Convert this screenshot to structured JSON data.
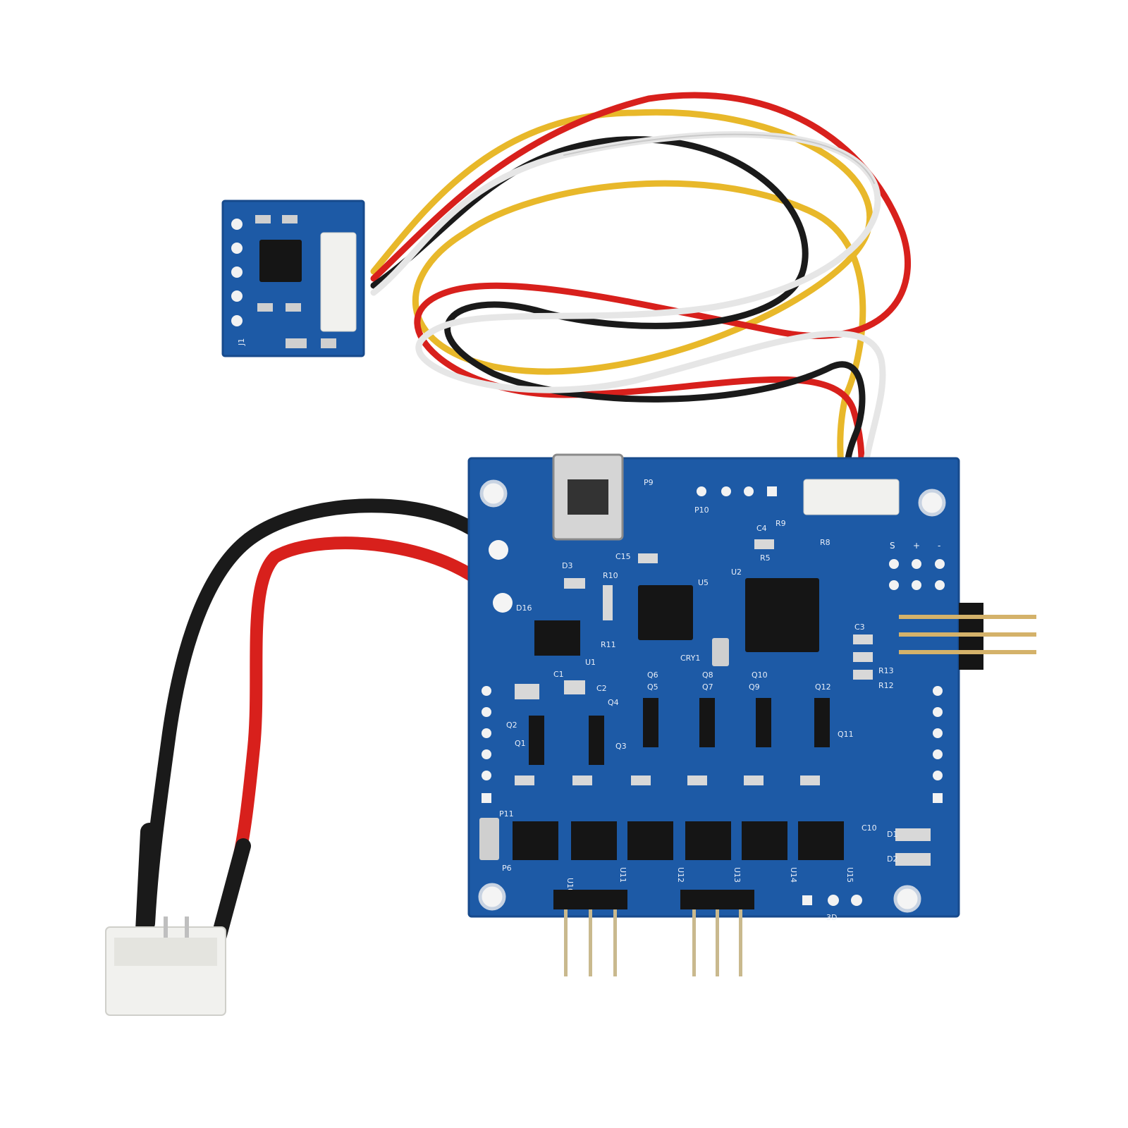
{
  "colors": {
    "background": "#ffffff",
    "pcb_blue": "#1d5aa6",
    "pcb_edge": "#174a8c",
    "wire_red": "#d8201c",
    "wire_black": "#1a1a1a",
    "wire_yellow": "#e8b82a",
    "wire_white": "#e6e6e6",
    "connector_white": "#f1f1ee",
    "header_gold": "#d4b26a"
  },
  "main_board": {
    "labels": {
      "usb": "P9",
      "p10": "P10",
      "u1": "U1",
      "u2": "U2",
      "u5": "U5",
      "cry1": "CRY1",
      "d3": "D3",
      "d16": "D16",
      "c15": "C15",
      "c4": "C4",
      "r5": "R5",
      "r8": "R8",
      "r9": "R9",
      "r10": "R10",
      "r11": "R11",
      "c1": "C1",
      "c2": "C2",
      "c3": "C3",
      "r13": "R13",
      "r12": "R12",
      "q1": "Q1",
      "q2": "Q2",
      "q3": "Q3",
      "q4": "Q4",
      "q5": "Q5",
      "q6": "Q6",
      "q7": "Q7",
      "q8": "Q8",
      "q9": "Q9",
      "q10": "Q10",
      "q11": "Q11",
      "q12": "Q12",
      "p11": "P11",
      "p6": "P6",
      "d1": "D1",
      "d2": "D2",
      "c10": "C10",
      "u10": "U10",
      "u11": "U11",
      "u12": "U12",
      "u13": "U13",
      "u14": "U14",
      "u15": "U15",
      "three_d": "3D",
      "s": "S",
      "plus": "+",
      "minus": "-"
    }
  },
  "sensor_board": {
    "labels": {
      "j1": "J1"
    }
  }
}
